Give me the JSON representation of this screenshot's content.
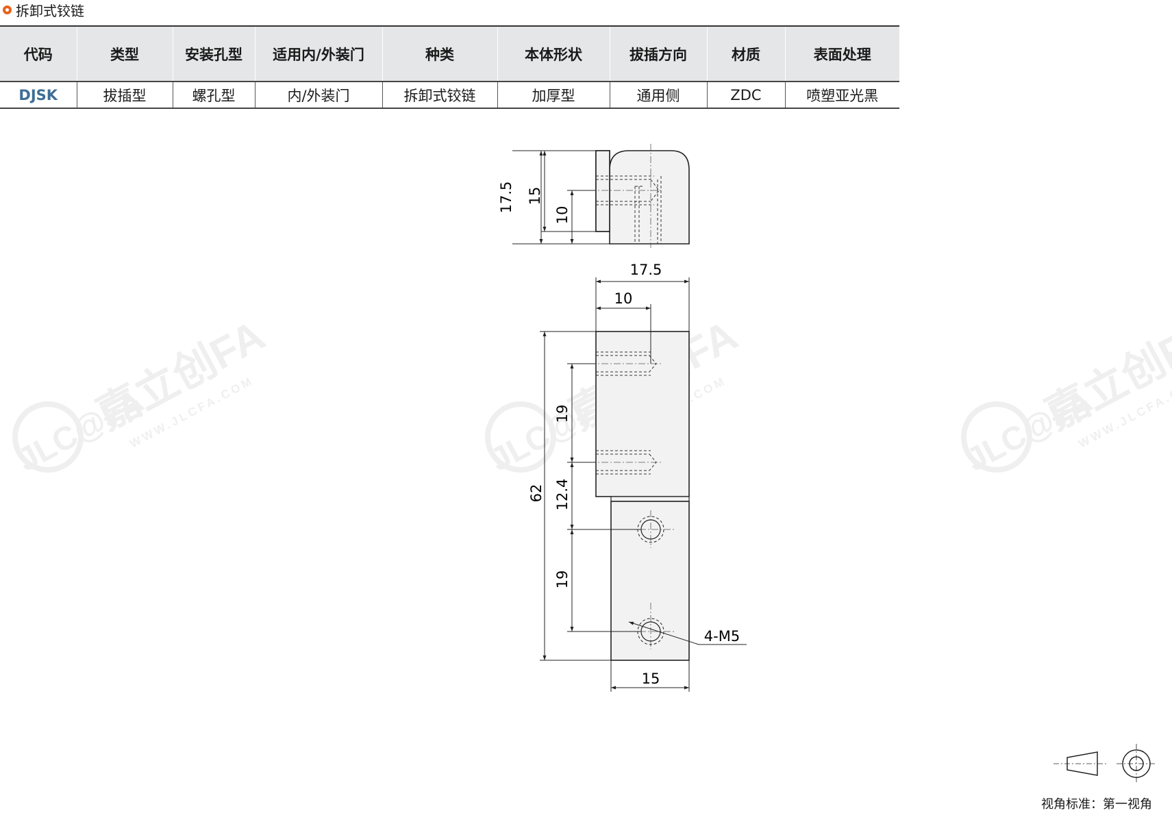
{
  "section_title": "拆卸式铰链",
  "table": {
    "headers": [
      "代码",
      "类型",
      "安装孔型",
      "适用内/外装门",
      "种类",
      "本体形状",
      "拔插方向",
      "材质",
      "表面处理"
    ],
    "row": [
      "DJSK",
      "拔插型",
      "螺孔型",
      "内/外装门",
      "拆卸式铰链",
      "加厚型",
      "通用侧",
      "ZDC",
      "喷塑亚光黑"
    ]
  },
  "dimensions": {
    "top_height_total": "17.5",
    "top_height_15": "15",
    "top_height_10": "10",
    "front_width_total": "17.5",
    "front_width_10": "10",
    "total_height": "62",
    "hole_pitch_upper": "19",
    "gap": "12.4",
    "hole_pitch_lower": "19",
    "bottom_width": "15",
    "thread_callout": "4-M5"
  },
  "watermark": {
    "brand": "JLC@FA",
    "cn": "嘉立创FA",
    "url": "WWW.JLCFA.COM"
  },
  "projection_note": "视角标准：第一视角",
  "colors": {
    "accent": "#e8641e",
    "code_blue": "#3f6e96",
    "header_bg": "#e5e6e7",
    "part_fill": "#f2f2f2"
  }
}
